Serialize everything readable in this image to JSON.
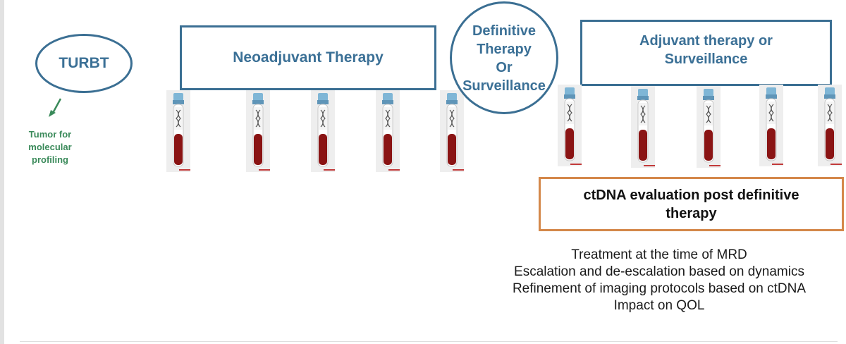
{
  "nodes": {
    "turbt": "TURBT",
    "neoadjuvant": "Neoadjuvant Therapy",
    "definitive": "Definitive\nTherapy\nOr\nSurveillance",
    "adjuvant": "Adjuvant therapy or\nSurveillance"
  },
  "tumor_profiling": "Tumor for\nmolecular\nprofiling",
  "ctdna_box": "ctDNA evaluation post definitive\ntherapy",
  "outcomes": [
    "Treatment at the time of MRD",
    "Escalation and de-escalation based on dynamics",
    "Refinement of imaging protocols based on ctDNA",
    "Impact on QOL"
  ],
  "blood_tubes": {
    "count": 10,
    "icon": "ctdna-blood-tube-icon"
  },
  "colors": {
    "outline_blue": "#3b6f93",
    "label_blue": "#3b7096",
    "orange_border": "#d4884a",
    "profiling_green": "#3a8a5a",
    "tube_cap": "#7fb6d6",
    "blood_red": "#8a1414"
  }
}
